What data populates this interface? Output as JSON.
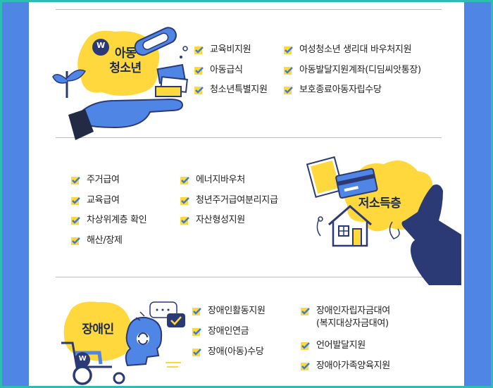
{
  "sections": {
    "youth": {
      "title_line1": "아동",
      "title_line2": "청소년",
      "col1": [
        "교육비지원",
        "아동급식",
        "청소년특별지원"
      ],
      "col2": [
        "여성청소년 생리대 바우처지원",
        "아동발달지원계좌(디딤씨앗통장)",
        "보호종료아동자립수당"
      ]
    },
    "lowincome": {
      "title": "저소득층",
      "col1": [
        "주거급여",
        "교육급여",
        "차상위계층 확인",
        "해산/장제"
      ],
      "col2": [
        "에너지바우처",
        "청년주거급여분리지급",
        "자산형성지원"
      ]
    },
    "disabled": {
      "title": "장애인",
      "col1": [
        "장애인활동지원",
        "장애인연금",
        "장애(아동)수당"
      ],
      "col2_first": "장애인자립자금대여",
      "col2_first_sub": "(복지대상자금대여)",
      "col2": [
        "언어발달지원",
        "장애아가족양육지원"
      ]
    }
  },
  "colors": {
    "frame_outer": "#2dbdb3",
    "frame_inner": "#4f86e6",
    "accent_yellow": "#ffd83d",
    "checkbox_blue": "#3a7bd5",
    "navy": "#2b3a75"
  }
}
